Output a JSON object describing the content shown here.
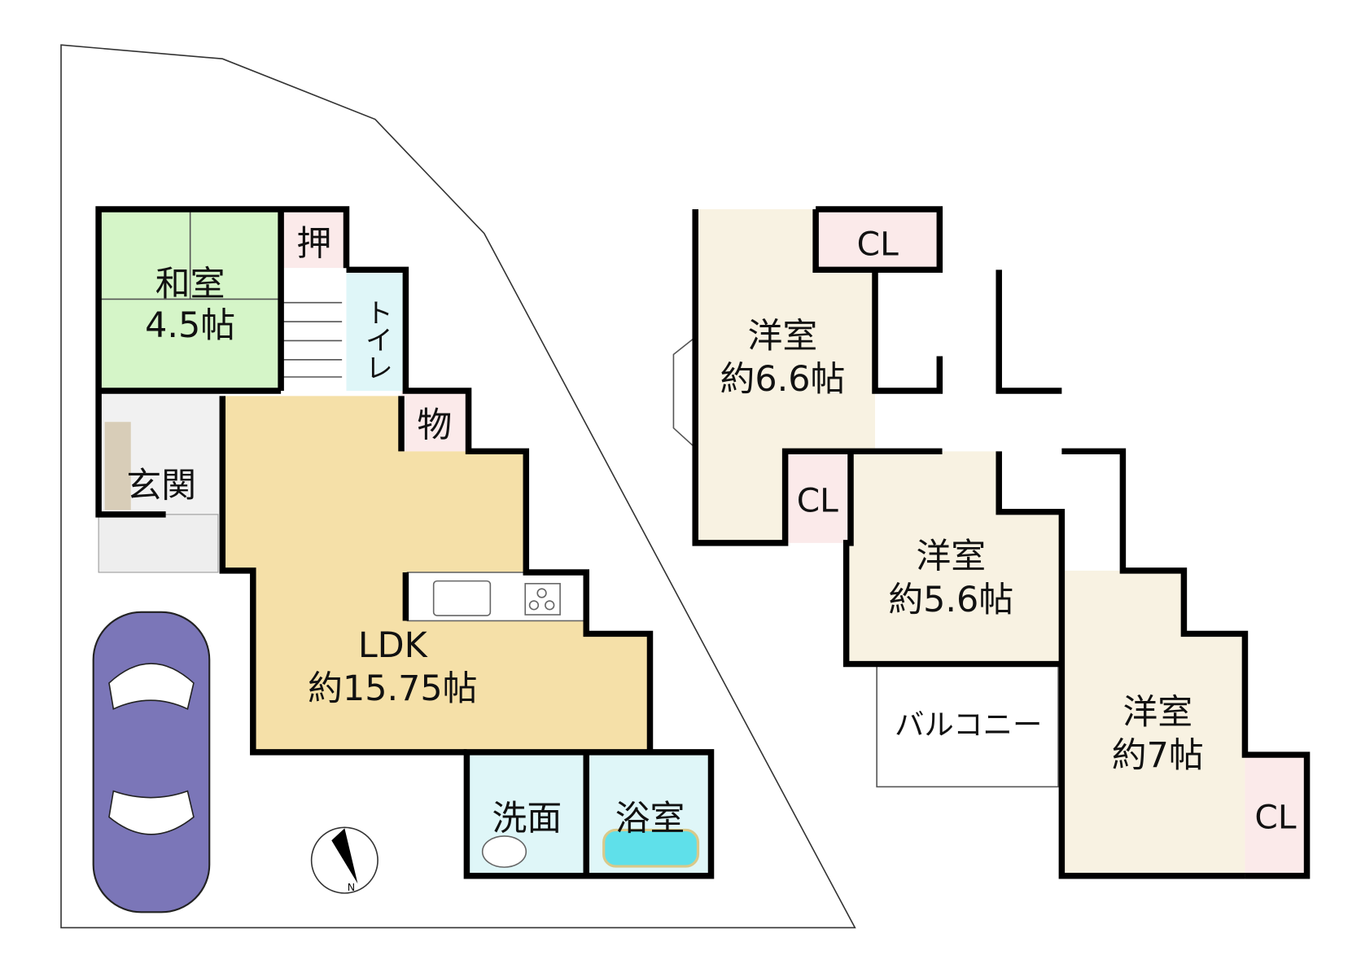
{
  "colors": {
    "washitsu": "#d5f5c8",
    "storage": "#fbeaea",
    "ldk": "#f5e0a8",
    "western_room": "#f8f2e2",
    "wet_area": "#dff6f8",
    "genkan": "#f1f1f1",
    "car": "#7b76b8",
    "wall": "#000000"
  },
  "floor1": {
    "washitsu": {
      "name": "和室",
      "size": "4.5帖"
    },
    "oshiire": "押",
    "toilet": "トイレ",
    "storage": "物",
    "genkan": "玄関",
    "ldk": {
      "name": "LDK",
      "size": "約15.75帖"
    },
    "senmen": "洗面",
    "bath": "浴室",
    "compass_label": "N"
  },
  "floor2": {
    "room_a": {
      "name": "洋室",
      "size": "約6.6帖"
    },
    "room_b": {
      "name": "洋室",
      "size": "約5.6帖"
    },
    "room_c": {
      "name": "洋室",
      "size": "約7帖"
    },
    "closet_top": "CL",
    "closet_left": "CL",
    "closet_right": "CL",
    "balcony": "バルコニー"
  }
}
